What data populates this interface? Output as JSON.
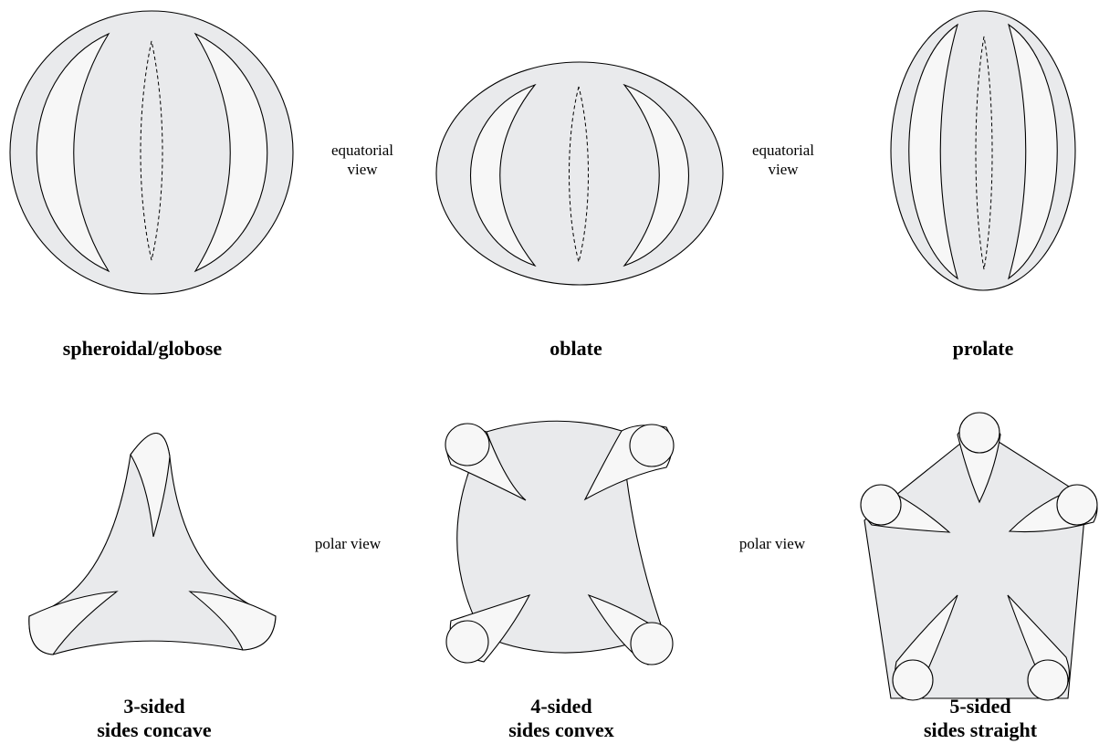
{
  "colors": {
    "body": "#e9eaec",
    "furrow": "#f7f7f7",
    "outline": "#000000"
  },
  "equatorial": {
    "view_label_line1": "equatorial",
    "view_label_line2": "view",
    "shapes": [
      {
        "name": "spheroidal",
        "caption": "spheroidal/globose"
      },
      {
        "name": "oblate",
        "caption": "oblate"
      },
      {
        "name": "prolate",
        "caption": "prolate"
      }
    ]
  },
  "polar": {
    "view_label": "polar view",
    "shapes": [
      {
        "name": "3-sided",
        "caption_line1": "3-sided",
        "caption_line2": "sides concave"
      },
      {
        "name": "4-sided",
        "caption_line1": "4-sided",
        "caption_line2": "sides convex"
      },
      {
        "name": "5-sided",
        "caption_line1": "5-sided",
        "caption_line2": "sides straight"
      }
    ]
  }
}
